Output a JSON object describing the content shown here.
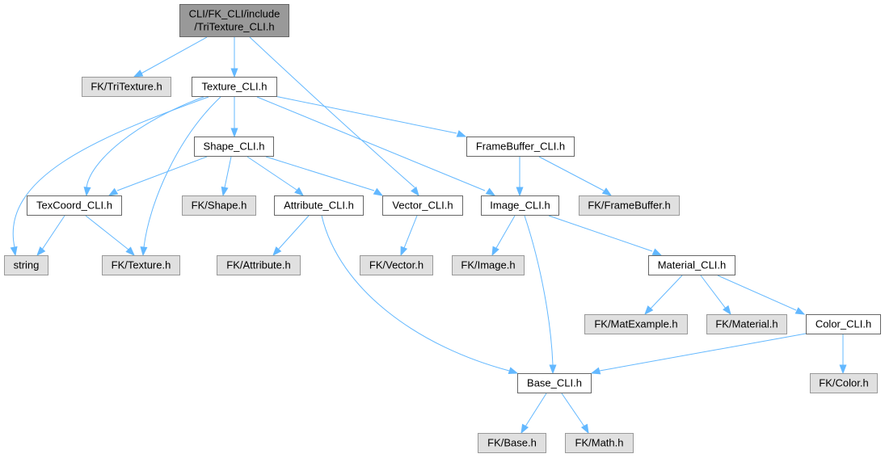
{
  "graph": {
    "title": "Include dependency graph for TriTexture_CLI.h",
    "colors": {
      "root_fill": "#999999",
      "root_stroke": "#666666",
      "internal_fill": "#ffffff",
      "internal_stroke": "#666666",
      "external_fill": "#e0e0e0",
      "external_stroke": "#999999",
      "edge": "#63b8ff"
    },
    "nodes": [
      {
        "id": "root",
        "label_lines": [
          "CLI/FK_CLI/include",
          "/TriTexture_CLI.h"
        ],
        "kind": "root"
      },
      {
        "id": "fk_tritexture",
        "label_lines": [
          "FK/TriTexture.h"
        ],
        "kind": "external"
      },
      {
        "id": "texture_cli",
        "label_lines": [
          "Texture_CLI.h"
        ],
        "kind": "internal"
      },
      {
        "id": "shape_cli",
        "label_lines": [
          "Shape_CLI.h"
        ],
        "kind": "internal"
      },
      {
        "id": "framebuffer_cli",
        "label_lines": [
          "FrameBuffer_CLI.h"
        ],
        "kind": "internal"
      },
      {
        "id": "texcoord_cli",
        "label_lines": [
          "TexCoord_CLI.h"
        ],
        "kind": "internal"
      },
      {
        "id": "fk_shape",
        "label_lines": [
          "FK/Shape.h"
        ],
        "kind": "external"
      },
      {
        "id": "attribute_cli",
        "label_lines": [
          "Attribute_CLI.h"
        ],
        "kind": "internal"
      },
      {
        "id": "vector_cli",
        "label_lines": [
          "Vector_CLI.h"
        ],
        "kind": "internal"
      },
      {
        "id": "image_cli",
        "label_lines": [
          "Image_CLI.h"
        ],
        "kind": "internal"
      },
      {
        "id": "fk_framebuffer",
        "label_lines": [
          "FK/FrameBuffer.h"
        ],
        "kind": "external"
      },
      {
        "id": "string",
        "label_lines": [
          "string"
        ],
        "kind": "external"
      },
      {
        "id": "fk_texture",
        "label_lines": [
          "FK/Texture.h"
        ],
        "kind": "external"
      },
      {
        "id": "fk_attribute",
        "label_lines": [
          "FK/Attribute.h"
        ],
        "kind": "external"
      },
      {
        "id": "fk_vector",
        "label_lines": [
          "FK/Vector.h"
        ],
        "kind": "external"
      },
      {
        "id": "fk_image",
        "label_lines": [
          "FK/Image.h"
        ],
        "kind": "external"
      },
      {
        "id": "material_cli",
        "label_lines": [
          "Material_CLI.h"
        ],
        "kind": "internal"
      },
      {
        "id": "fk_matexample",
        "label_lines": [
          "FK/MatExample.h"
        ],
        "kind": "external"
      },
      {
        "id": "fk_material",
        "label_lines": [
          "FK/Material.h"
        ],
        "kind": "external"
      },
      {
        "id": "color_cli",
        "label_lines": [
          "Color_CLI.h"
        ],
        "kind": "internal"
      },
      {
        "id": "base_cli",
        "label_lines": [
          "Base_CLI.h"
        ],
        "kind": "internal"
      },
      {
        "id": "fk_color",
        "label_lines": [
          "FK/Color.h"
        ],
        "kind": "external"
      },
      {
        "id": "fk_base",
        "label_lines": [
          "FK/Base.h"
        ],
        "kind": "external"
      },
      {
        "id": "fk_math",
        "label_lines": [
          "FK/Math.h"
        ],
        "kind": "external"
      }
    ],
    "edges": [
      {
        "from": "root",
        "to": "fk_tritexture"
      },
      {
        "from": "root",
        "to": "texture_cli"
      },
      {
        "from": "root",
        "to": "vector_cli"
      },
      {
        "from": "texture_cli",
        "to": "string"
      },
      {
        "from": "texture_cli",
        "to": "texcoord_cli"
      },
      {
        "from": "texture_cli",
        "to": "fk_texture"
      },
      {
        "from": "texture_cli",
        "to": "shape_cli"
      },
      {
        "from": "texture_cli",
        "to": "image_cli"
      },
      {
        "from": "texture_cli",
        "to": "framebuffer_cli"
      },
      {
        "from": "shape_cli",
        "to": "texcoord_cli"
      },
      {
        "from": "shape_cli",
        "to": "fk_shape"
      },
      {
        "from": "shape_cli",
        "to": "attribute_cli"
      },
      {
        "from": "shape_cli",
        "to": "vector_cli"
      },
      {
        "from": "texcoord_cli",
        "to": "string"
      },
      {
        "from": "texcoord_cli",
        "to": "fk_texture"
      },
      {
        "from": "attribute_cli",
        "to": "fk_attribute"
      },
      {
        "from": "attribute_cli",
        "to": "base_cli"
      },
      {
        "from": "vector_cli",
        "to": "fk_vector"
      },
      {
        "from": "framebuffer_cli",
        "to": "image_cli"
      },
      {
        "from": "framebuffer_cli",
        "to": "fk_framebuffer"
      },
      {
        "from": "image_cli",
        "to": "fk_image"
      },
      {
        "from": "image_cli",
        "to": "base_cli"
      },
      {
        "from": "image_cli",
        "to": "material_cli"
      },
      {
        "from": "material_cli",
        "to": "fk_matexample"
      },
      {
        "from": "material_cli",
        "to": "fk_material"
      },
      {
        "from": "material_cli",
        "to": "color_cli"
      },
      {
        "from": "color_cli",
        "to": "base_cli"
      },
      {
        "from": "color_cli",
        "to": "fk_color"
      },
      {
        "from": "base_cli",
        "to": "fk_base"
      },
      {
        "from": "base_cli",
        "to": "fk_math"
      }
    ]
  }
}
